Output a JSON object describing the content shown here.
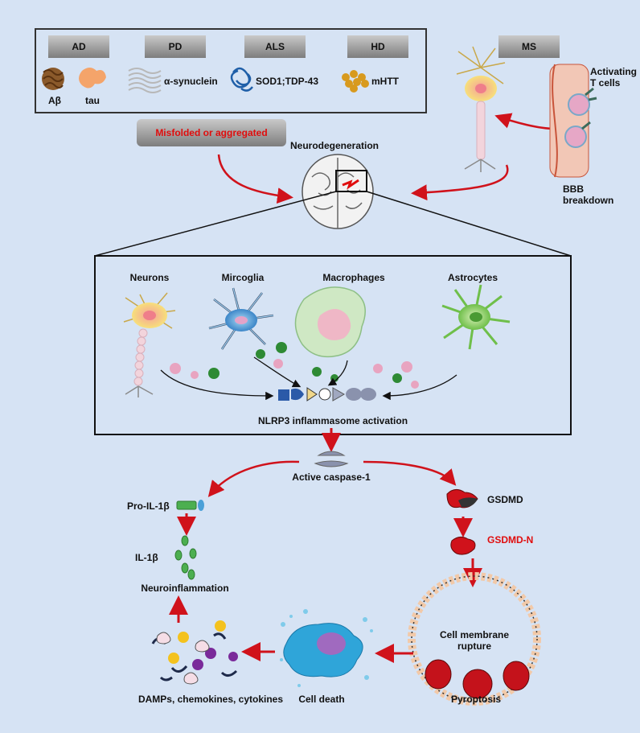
{
  "diseases": {
    "ad": {
      "title": "AD",
      "items": [
        "Aβ",
        "tau"
      ]
    },
    "pd": {
      "title": "PD",
      "items": [
        "α-synuclein"
      ]
    },
    "als": {
      "title": "ALS",
      "items": [
        "SOD1;TDP-43"
      ]
    },
    "hd": {
      "title": "HD",
      "items": [
        "mHTT"
      ]
    },
    "ms": {
      "title": "MS"
    }
  },
  "misfolded_label": "Misfolded or aggregated",
  "neurodegeneration_label": "Neurodegeneration",
  "activating_t_cells": "Activating\nT cells",
  "bbb_breakdown": "BBB\nbreakdown",
  "cells": [
    "Neurons",
    "Mircoglia",
    "Macrophages",
    "Astrocytes"
  ],
  "nlrp3_label": "NLRP3 inflammasome activation",
  "caspase_label": "Active caspase-1",
  "pro_il1b": "Pro-IL-1β",
  "il1b": "IL-1β",
  "neuroinflammation": "Neuroinflammation",
  "gsdmd": "GSDMD",
  "gsdmd_n": "GSDMD-N",
  "membrane_rupture": "Cell membrane\nrupture",
  "pyroptosis": "Pyroptosis",
  "cell_death": "Cell death",
  "damps": "DAMPs, chemokines, cytokines",
  "colors": {
    "background": "#d6e3f4",
    "arrow": "#d0121b",
    "accent_red": "#e00d0d",
    "tab_gray": "#9a9a9a"
  }
}
